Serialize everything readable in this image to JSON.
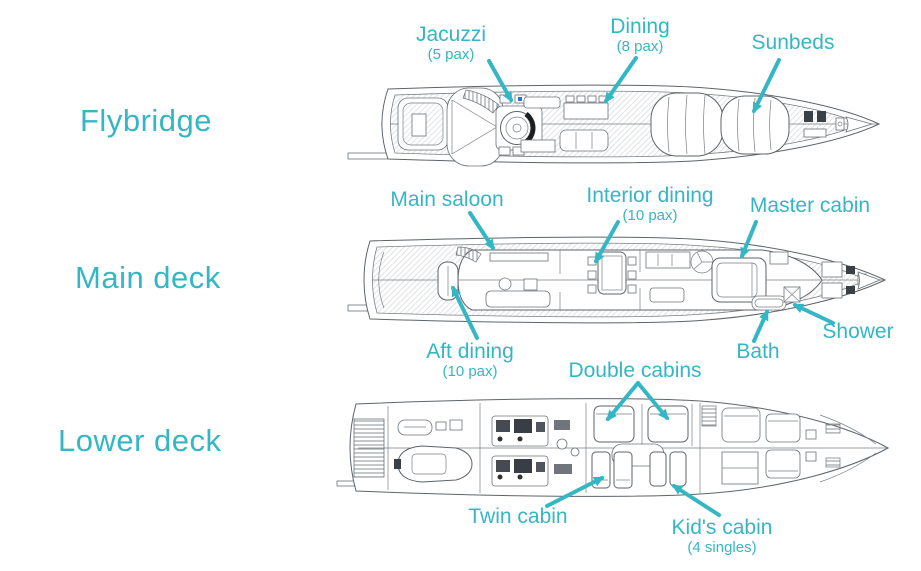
{
  "colors": {
    "accent": "#35b6c5"
  },
  "deck_titles": [
    {
      "label": "Flybridge"
    },
    {
      "label": "Main deck"
    },
    {
      "label": "Lower deck"
    }
  ],
  "annotations": {
    "jacuzzi": {
      "label": "Jacuzzi",
      "sub": "(5 pax)"
    },
    "dining": {
      "label": "Dining",
      "sub": "(8 pax)"
    },
    "sunbeds": {
      "label": "Sunbeds"
    },
    "main_saloon": {
      "label": "Main saloon"
    },
    "interior_dining": {
      "label": "Interior dining",
      "sub": "(10 pax)"
    },
    "master_cabin": {
      "label": "Master cabin"
    },
    "aft_dining": {
      "label": "Aft dining",
      "sub": "(10 pax)"
    },
    "bath": {
      "label": "Bath"
    },
    "shower": {
      "label": "Shower"
    },
    "double_cabins": {
      "label": "Double cabins"
    },
    "twin_cabin": {
      "label": "Twin cabin"
    },
    "kids_cabin": {
      "label": "Kid's cabin",
      "sub": "(4 singles)"
    }
  }
}
